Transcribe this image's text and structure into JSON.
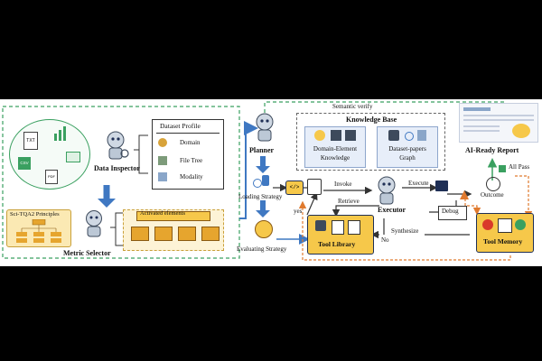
{
  "diagram": {
    "data_inspector": {
      "label": "Data Inspector",
      "file_icons": [
        "TXT",
        "CSV",
        "PDF"
      ],
      "dataset_profile": {
        "title": "Dataset Profile",
        "items": [
          "Domain",
          "File Tree",
          "Modality"
        ]
      }
    },
    "metric_selector": {
      "label": "Metric Selector",
      "principles_title": "Sci-TQA2 Principles",
      "activated_title": "Activated elements"
    },
    "planner": {
      "label": "Planner",
      "loading_strategy": "Loading Strategy",
      "evaluating_strategy": "Evaluating Strategy"
    },
    "knowledge_base": {
      "title": "Knowledge Base",
      "semantic_verify": "Semantic verify",
      "cards": [
        {
          "label_line1": "Domain-Element",
          "label_line2": "Knowledge"
        },
        {
          "label_line1": "Dataset-papers",
          "label_line2": "Graph"
        }
      ]
    },
    "executor": {
      "label": "Executor",
      "invoke": "Invoke",
      "execute": "Execute",
      "retrieve": "Retrieve",
      "synthesize": "Synthesize",
      "yes": "yes",
      "no": "No",
      "debug": "Debug",
      "tool_library": "Tool Library",
      "tool_memory": "Tool Memory",
      "code_symbol": "</>"
    },
    "outcome": {
      "label": "Outcome",
      "all_pass": "All Pass",
      "report": "AI-Ready Report"
    },
    "colors": {
      "green_dash": "#3aa060",
      "blue_arrow": "#3f78c2",
      "orange_dash": "#e07a2e",
      "tool_yellow": "#f6c84a",
      "navy": "#1f2f55"
    }
  }
}
